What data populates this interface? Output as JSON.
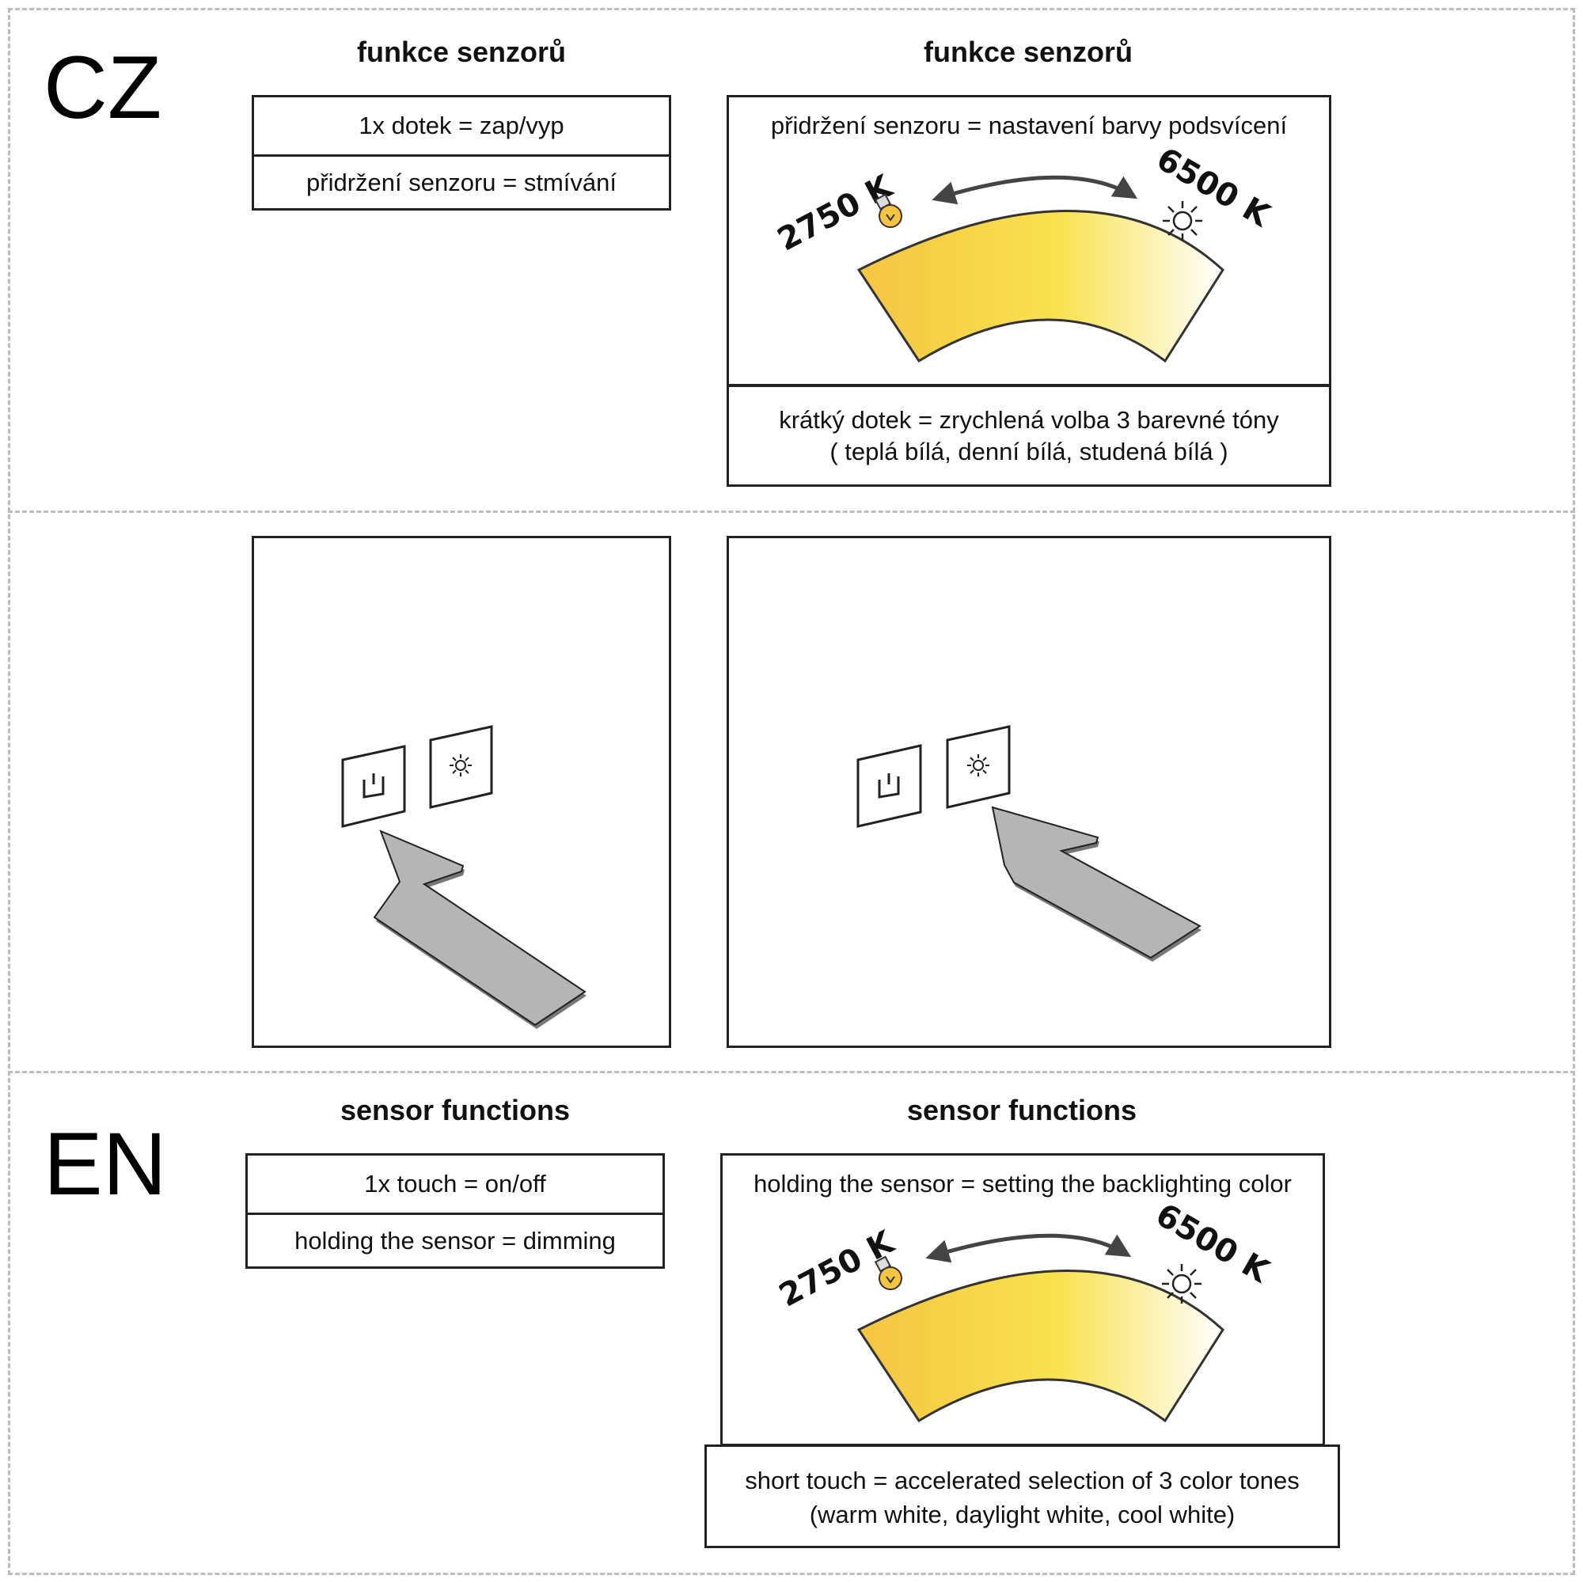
{
  "cz": {
    "lang_label": "CZ",
    "left": {
      "heading": "funkce senzorů",
      "row1": "1x dotek = zap/vyp",
      "row2": "přidržení senzoru = stmívání"
    },
    "right": {
      "heading": "funkce senzorů",
      "top_text": "přidržení senzoru = nastavení barvy podsvícení",
      "bottom_line1": "krátký dotek = zrychlená volba 3  barevné tóny",
      "bottom_line2": "( teplá bílá, denní bílá, studená bílá )"
    }
  },
  "en": {
    "lang_label": "EN",
    "left": {
      "heading": "sensor functions",
      "row1": "1x touch = on/off",
      "row2": "holding the sensor = dimming"
    },
    "right": {
      "heading": "sensor functions",
      "top_text": "holding the sensor = setting the backlighting color",
      "bottom_line1": "short touch = accelerated selection of 3 color tones",
      "bottom_line2": "(warm white, daylight white, cool white)"
    }
  },
  "color_scale": {
    "warm_label": "2750 K",
    "cool_label": "6500 K",
    "warm_icon": "light-bulb-icon",
    "cool_icon": "sun-icon",
    "gradient_colors": [
      "#f5c542",
      "#f9e24f",
      "#ffffff"
    ]
  },
  "illustrations": {
    "left_panel": {
      "highlighted_button": "power-icon"
    },
    "right_panel": {
      "highlighted_button": "sun-icon"
    },
    "arrow_color": "#b5b5b5",
    "power_icon": "power-icon",
    "sun_icon": "sun-icon"
  }
}
